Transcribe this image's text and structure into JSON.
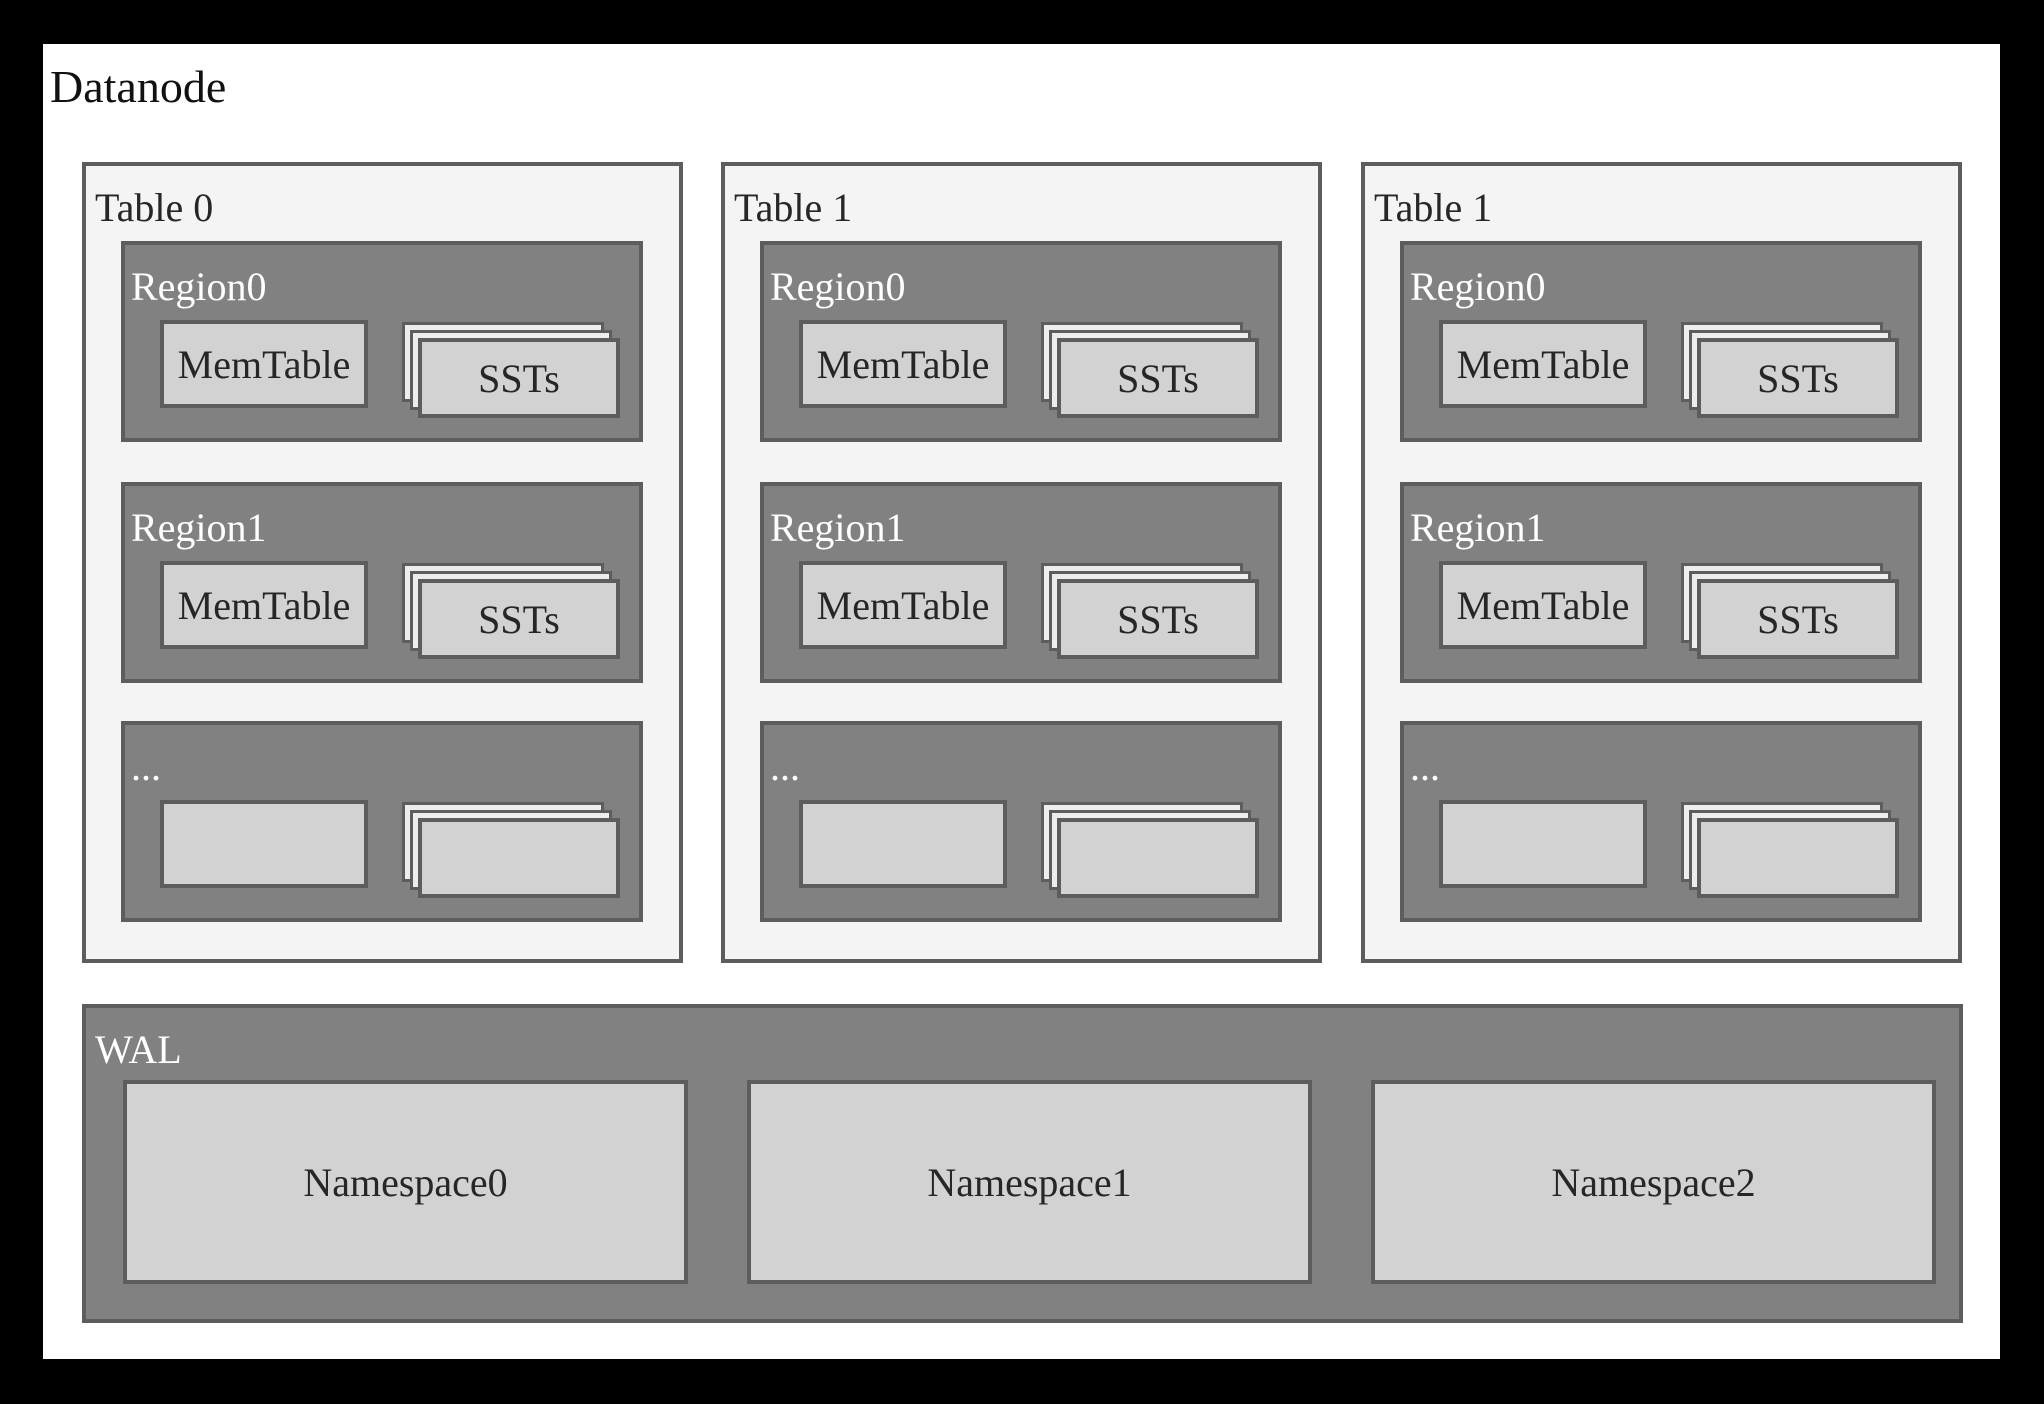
{
  "title": "Datanode",
  "tables": [
    {
      "label": "Table 0",
      "regions": [
        {
          "label": "Region0",
          "memtable": "MemTable",
          "ssts": "SSTs"
        },
        {
          "label": "Region1",
          "memtable": "MemTable",
          "ssts": "SSTs"
        },
        {
          "label": "...",
          "memtable": "",
          "ssts": ""
        }
      ]
    },
    {
      "label": "Table 1",
      "regions": [
        {
          "label": "Region0",
          "memtable": "MemTable",
          "ssts": "SSTs"
        },
        {
          "label": "Region1",
          "memtable": "MemTable",
          "ssts": "SSTs"
        },
        {
          "label": "...",
          "memtable": "",
          "ssts": ""
        }
      ]
    },
    {
      "label": "Table 1",
      "regions": [
        {
          "label": "Region0",
          "memtable": "MemTable",
          "ssts": "SSTs"
        },
        {
          "label": "Region1",
          "memtable": "MemTable",
          "ssts": "SSTs"
        },
        {
          "label": "...",
          "memtable": "",
          "ssts": ""
        }
      ]
    }
  ],
  "wal": {
    "label": "WAL",
    "namespaces": [
      {
        "label": "Namespace0"
      },
      {
        "label": "Namespace1"
      },
      {
        "label": "Namespace2"
      }
    ]
  },
  "colors": {
    "frame": "#000000",
    "canvas": "#ffffff",
    "panel_fill": "#f4f4f4",
    "region_fill": "#818181",
    "box_fill": "#d2d2d2",
    "border": "#5d5d5d",
    "label_dark": "#262626",
    "label_light": "#ffffff"
  }
}
